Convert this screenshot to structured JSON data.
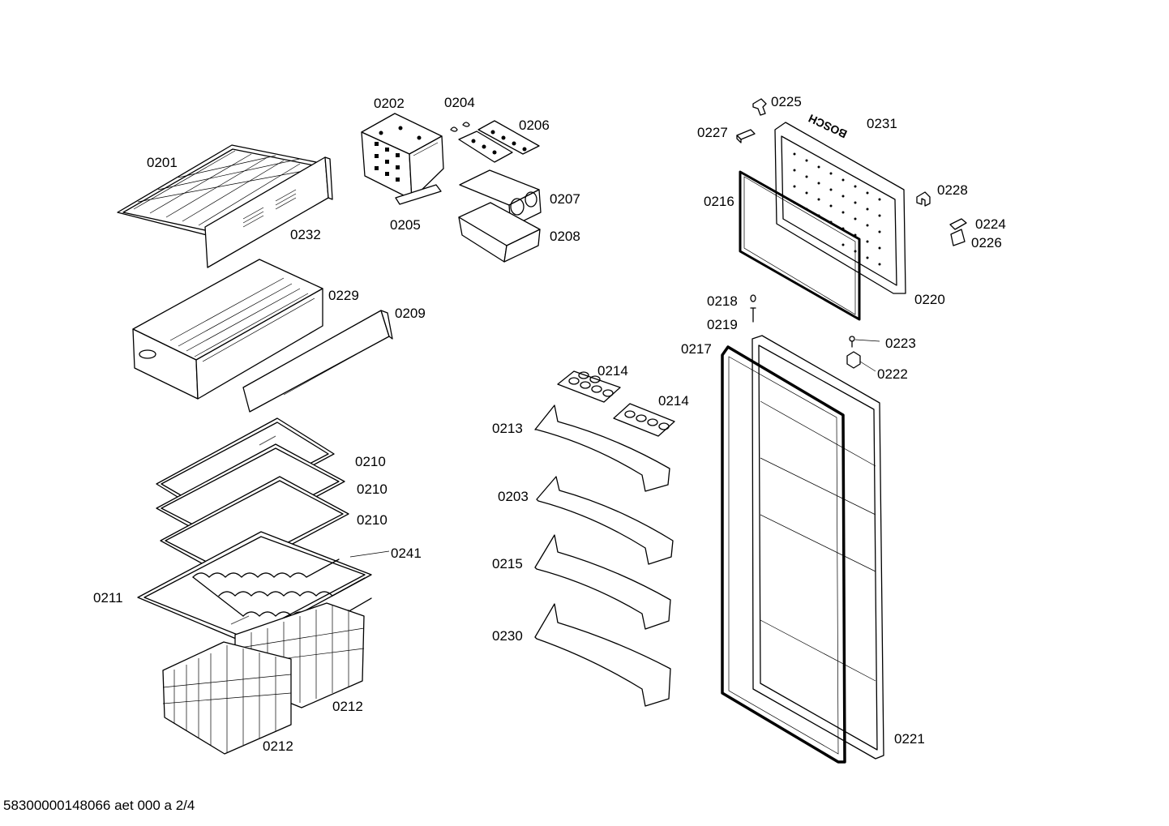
{
  "labels": {
    "p0201": "0201",
    "p0202": "0202",
    "p0203": "0203",
    "p0204": "0204",
    "p0205": "0205",
    "p0206": "0206",
    "p0207": "0207",
    "p0208": "0208",
    "p0209": "0209",
    "p0210a": "0210",
    "p0210b": "0210",
    "p0210c": "0210",
    "p0211": "0211",
    "p0212a": "0212",
    "p0212b": "0212",
    "p0213": "0213",
    "p0214a": "0214",
    "p0214b": "0214",
    "p0215": "0215",
    "p0216": "0216",
    "p0217": "0217",
    "p0218": "0218",
    "p0219": "0219",
    "p0220": "0220",
    "p0221": "0221",
    "p0222": "0222",
    "p0223": "0223",
    "p0224": "0224",
    "p0225": "0225",
    "p0226": "0226",
    "p0227": "0227",
    "p0228": "0228",
    "p0229": "0229",
    "p0230": "0230",
    "p0231": "0231",
    "p0232": "0232",
    "p0241": "0241"
  },
  "brand_mark": "BOSCH",
  "footer": "58300000148066 aet 000 a 2/4"
}
